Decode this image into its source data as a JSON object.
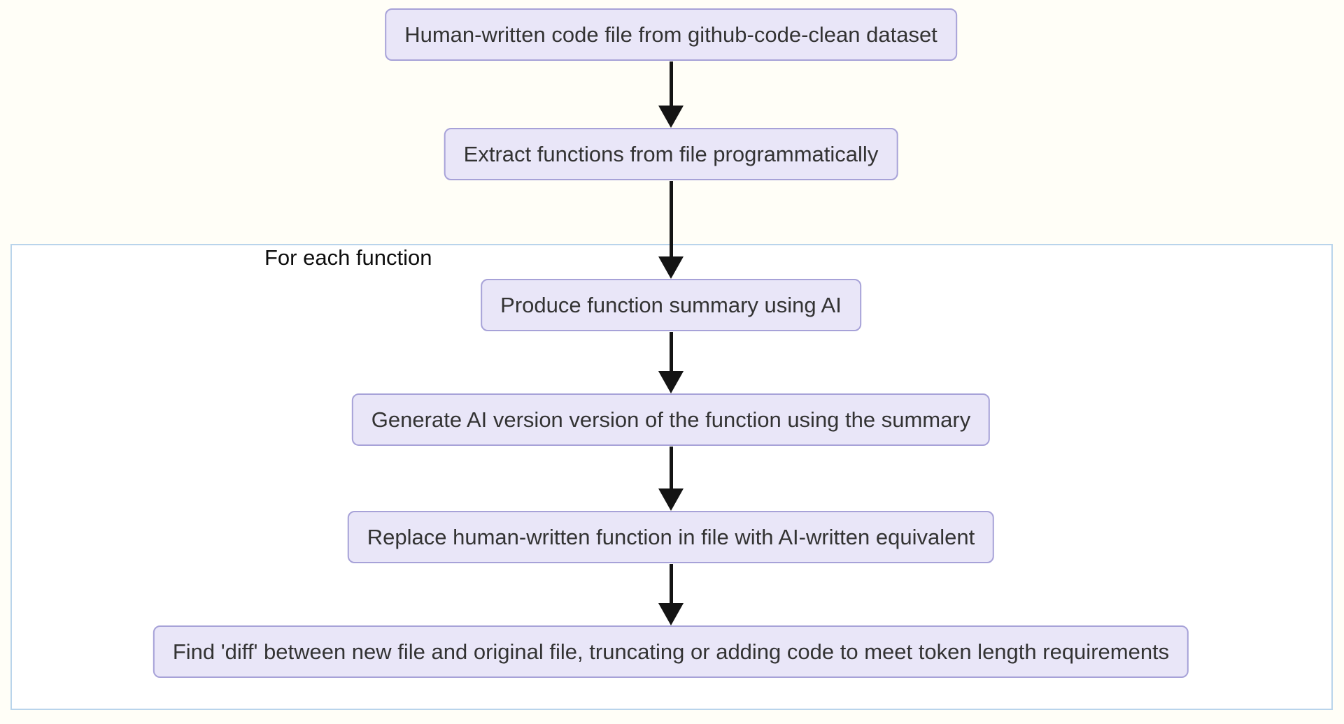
{
  "diagram": {
    "type": "flowchart",
    "direction": "top-down",
    "nodes": [
      {
        "id": "n1",
        "label": "Human-written code file from github-code-clean dataset"
      },
      {
        "id": "n2",
        "label": "Extract functions from file programmatically"
      },
      {
        "id": "n3",
        "label": "Produce function summary using AI"
      },
      {
        "id": "n4",
        "label": "Generate AI version version of the function using the summary"
      },
      {
        "id": "n5",
        "label": "Replace human-written function in file with AI-written equivalent"
      },
      {
        "id": "n6",
        "label": "Find 'diff' between new file and original file, truncating or adding code to meet token length requirements"
      }
    ],
    "edges": [
      {
        "from": "n1",
        "to": "n2"
      },
      {
        "from": "n2",
        "to": "n3"
      },
      {
        "from": "n3",
        "to": "n4"
      },
      {
        "from": "n4",
        "to": "n5"
      },
      {
        "from": "n5",
        "to": "n6"
      }
    ],
    "group": {
      "label": "For each function",
      "contains": [
        "n3",
        "n4",
        "n5",
        "n6"
      ]
    },
    "colors": {
      "node_fill": "#e9e6f8",
      "node_border": "#a7a2d8",
      "node_text": "#333333",
      "arrow_color": "#141414",
      "group_border": "#b9d4eb",
      "group_fill": "#ffffff",
      "page_background": "#fffef7",
      "label_color": "#0d0d0d"
    }
  }
}
